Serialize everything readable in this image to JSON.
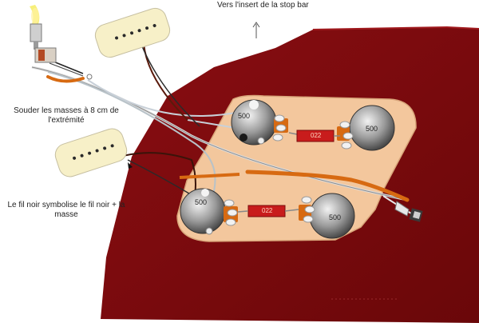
{
  "labels": {
    "stop_bar": "Vers l'insert de la  stop bar",
    "masses_line1": "Souder les masses à 8 cm de",
    "masses_line2": "l'extrémité",
    "fil_noir_line1": "Le fil noir symbolise le fil noir + la",
    "fil_noir_line2": "masse"
  },
  "pots": [
    {
      "id": "top-left",
      "value": "500"
    },
    {
      "id": "top-right",
      "value": "500"
    },
    {
      "id": "bottom-left",
      "value": "500"
    },
    {
      "id": "bottom-right",
      "value": "500"
    }
  ],
  "capacitors": [
    {
      "id": "top",
      "value": "022"
    },
    {
      "id": "bottom",
      "value": "022"
    }
  ],
  "colors": {
    "body_red": "#7d0b0e",
    "cavity": "#f3c79d",
    "pickup_cream": "#f7f0c8",
    "wire_orange": "#d76a12",
    "cap_red": "#c81c1c",
    "pot_grey": "#6e6e6e"
  }
}
